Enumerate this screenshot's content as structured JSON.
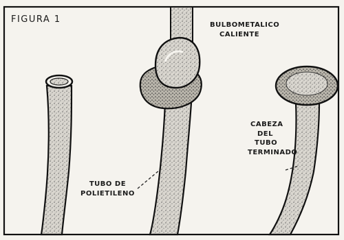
{
  "figure": {
    "title": "FIGURA 1",
    "labels": {
      "bulb": [
        "BULBOMETALICO",
        "CALIENTE"
      ],
      "head": [
        "CABEZA",
        "DEL",
        "TUBO",
        "TERMINADO"
      ],
      "tube": [
        "TUBO DE",
        "POLIETILENO"
      ]
    }
  }
}
